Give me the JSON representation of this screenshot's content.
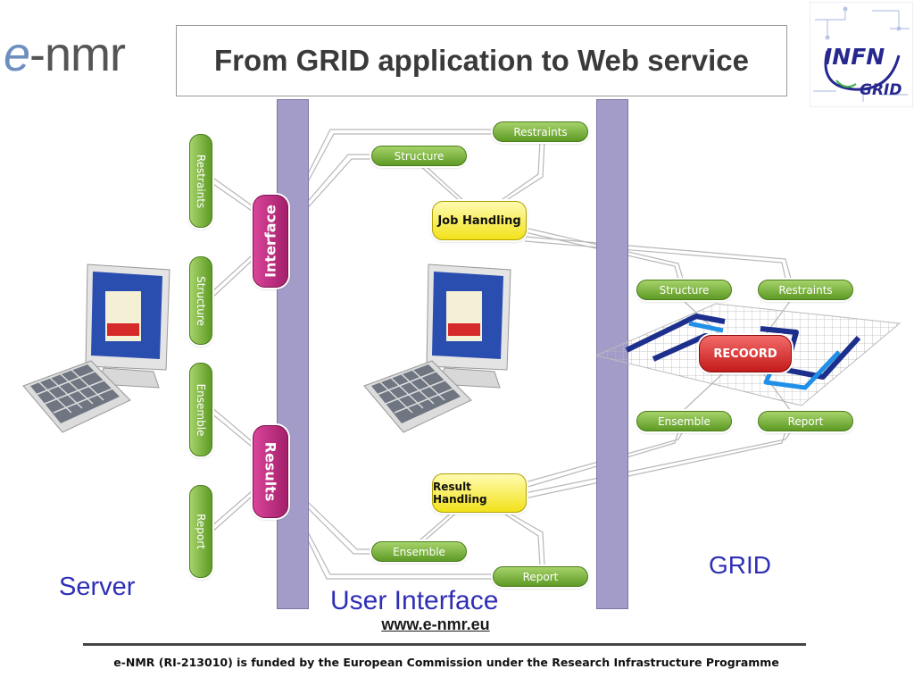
{
  "title": "From GRID application to Web service",
  "logo_left": {
    "e": "e",
    "rest": "-nmr"
  },
  "logo_right": {
    "top": "INFN",
    "bottom": "GRID"
  },
  "server_pills": {
    "restraints": "Restraints",
    "structure": "Structure",
    "ensemble": "Ensemble",
    "report": "Report"
  },
  "interface": "Interface",
  "results": "Results",
  "ui_pills": {
    "restraints": "Restraints",
    "structure": "Structure",
    "ensemble": "Ensemble",
    "report": "Report"
  },
  "job_handling": "Job Handling",
  "result_handling": "Result Handling",
  "grid_pills": {
    "structure": "Structure",
    "restraints": "Restraints",
    "ensemble": "Ensemble",
    "report": "Report"
  },
  "recoord": "RECOORD",
  "labels": {
    "server": "Server",
    "user_interface": "User Interface",
    "grid": "GRID"
  },
  "url": "www.e-nmr.eu",
  "footer": "e-NMR (RI-213010) is funded by the European Commission under the Research Infrastructure Programme",
  "colors": {
    "pill_green": "#7fb83f",
    "pill_magenta": "#c2307f",
    "pill_yellow": "#f2e21a",
    "pill_red": "#d62828",
    "bar": "#a39cc8",
    "label_blue": "#2f2fb5"
  }
}
